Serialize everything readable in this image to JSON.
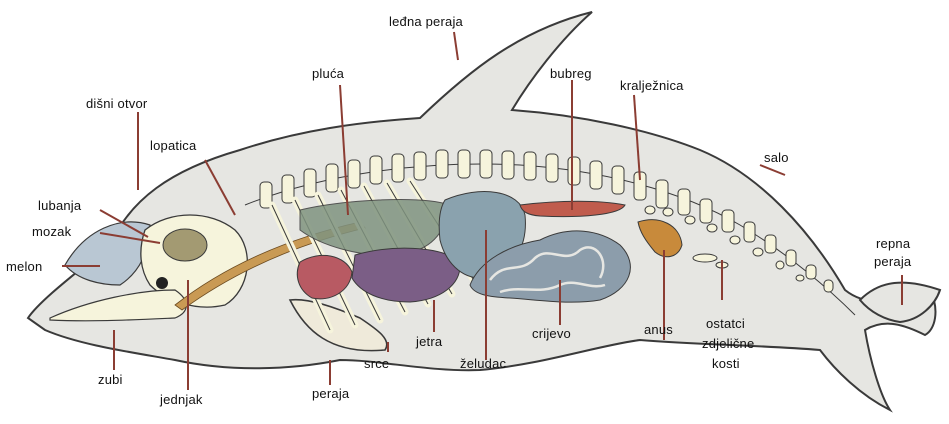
{
  "labels": {
    "ledna_peraja": "leđna peraja",
    "disni_otvor": "dišni otvor",
    "pluca": "pluća",
    "bubreg": "bubreg",
    "krajesnica": "kralježnica",
    "salo": "salo",
    "lopatica": "lopatica",
    "lubanja": "lubanja",
    "mozak": "mozak",
    "melon": "melon",
    "repna_peraja_1": "repna",
    "repna_peraja_2": "peraja",
    "zubi": "zubi",
    "jednjak": "jednjak",
    "peraja": "peraja",
    "jetra": "jetra",
    "srce": "srce",
    "zeludac": "želudac",
    "crijevo": "crijevo",
    "anus": "anus",
    "ostatci_1": "ostatci",
    "ostatci_2": "zdjelične",
    "ostatci_3": "kosti"
  },
  "colors": {
    "skin": "#e6e6e2",
    "outline": "#3a3a3a",
    "bone": "#f6f4dc",
    "brain": "#a39a72",
    "melon": "#b9c7d3",
    "lung": "#7f9380",
    "liver": "#7b5e86",
    "heart": "#b85a63",
    "stomach": "#8aa2ae",
    "kidney": "#c05c4d",
    "intestine": "#8c9dab",
    "anus": "#c88a3b",
    "esophagus": "#c99a54",
    "leader": "#8b3d33"
  }
}
